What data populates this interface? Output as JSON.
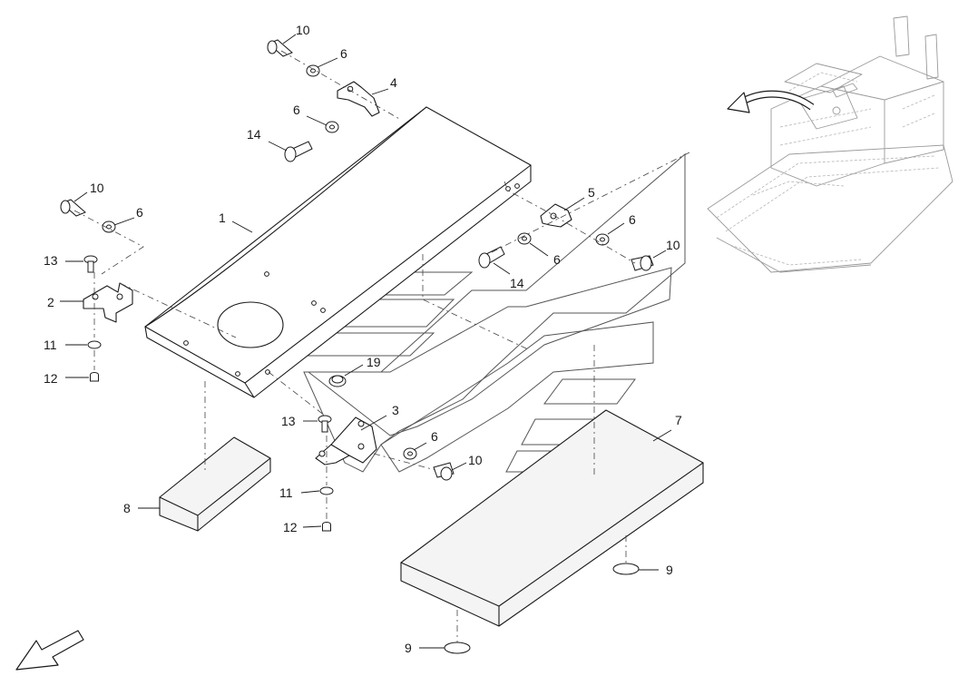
{
  "callouts": [
    {
      "id": "c1",
      "label": "1"
    },
    {
      "id": "c2",
      "label": "2"
    },
    {
      "id": "c3",
      "label": "3"
    },
    {
      "id": "c4",
      "label": "4"
    },
    {
      "id": "c5",
      "label": "5"
    },
    {
      "id": "c6a",
      "label": "6"
    },
    {
      "id": "c6b",
      "label": "6"
    },
    {
      "id": "c6c",
      "label": "6"
    },
    {
      "id": "c6d",
      "label": "6"
    },
    {
      "id": "c6e",
      "label": "6"
    },
    {
      "id": "c6f",
      "label": "6"
    },
    {
      "id": "c7",
      "label": "7"
    },
    {
      "id": "c8",
      "label": "8"
    },
    {
      "id": "c9a",
      "label": "9"
    },
    {
      "id": "c9b",
      "label": "9"
    },
    {
      "id": "c10a",
      "label": "10"
    },
    {
      "id": "c10b",
      "label": "10"
    },
    {
      "id": "c10c",
      "label": "10"
    },
    {
      "id": "c10d",
      "label": "10"
    },
    {
      "id": "c11a",
      "label": "11"
    },
    {
      "id": "c11b",
      "label": "11"
    },
    {
      "id": "c12a",
      "label": "12"
    },
    {
      "id": "c12b",
      "label": "12"
    },
    {
      "id": "c13a",
      "label": "13"
    },
    {
      "id": "c13b",
      "label": "13"
    },
    {
      "id": "c14a",
      "label": "14"
    },
    {
      "id": "c14b",
      "label": "14"
    },
    {
      "id": "c19",
      "label": "19"
    }
  ],
  "icons": {
    "orientation": "direction-arrow-icon",
    "location": "curved-arrow-icon",
    "overview": "machine-overview-sketch"
  },
  "colors": {
    "line": "#1a1a1a",
    "ghost": "#9a9a9a",
    "background": "#ffffff"
  }
}
